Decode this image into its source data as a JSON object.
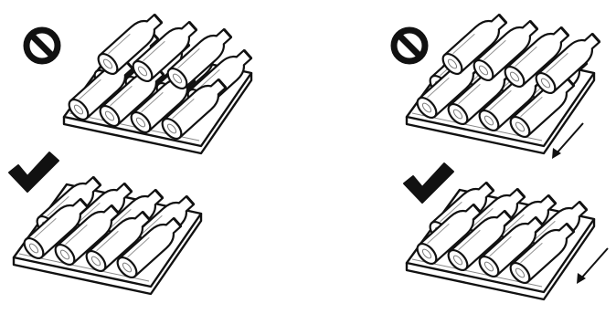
{
  "colors": {
    "ink": "#111111",
    "paper": "#ffffff",
    "shade": "#dcdcdc"
  },
  "panels": [
    {
      "id": "top-left",
      "status": "incorrect",
      "status_icon": "prohibited-icon",
      "arrangement": "staggered",
      "arrow": false
    },
    {
      "id": "top-right",
      "status": "incorrect",
      "status_icon": "prohibited-icon",
      "arrangement": "stacked",
      "arrow": true
    },
    {
      "id": "bottom-left",
      "status": "correct",
      "status_icon": "checkmark-icon",
      "arrangement": "aligned",
      "arrow": false
    },
    {
      "id": "bottom-right",
      "status": "correct",
      "status_icon": "checkmark-icon",
      "arrangement": "aligned",
      "arrow": true
    }
  ]
}
